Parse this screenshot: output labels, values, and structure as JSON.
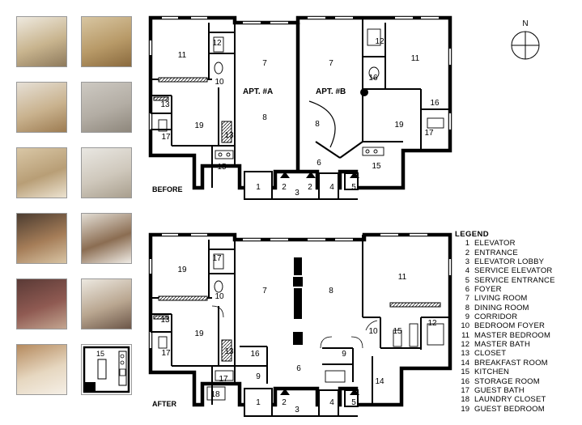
{
  "thumbnails": [
    {
      "name": "thumb-doorway",
      "colors": [
        "#efeae0",
        "#c8b48e",
        "#8e7a5c"
      ]
    },
    {
      "name": "thumb-hall",
      "colors": [
        "#d8c6a2",
        "#b89a68",
        "#8a6a3e"
      ]
    },
    {
      "name": "thumb-empty-room",
      "colors": [
        "#e6e0d6",
        "#c9b28e",
        "#9d7c52"
      ]
    },
    {
      "name": "thumb-fireplace",
      "colors": [
        "#cdc9c2",
        "#b3ada4",
        "#8e877c"
      ]
    },
    {
      "name": "thumb-bath-shower",
      "colors": [
        "#d9c7a6",
        "#b89e76",
        "#ece3d1"
      ]
    },
    {
      "name": "thumb-bright-room",
      "colors": [
        "#e9e7e2",
        "#cfc8bc",
        "#a99f8e"
      ]
    },
    {
      "name": "thumb-living-room",
      "colors": [
        "#4c3c30",
        "#a57d58",
        "#d8c4a4"
      ]
    },
    {
      "name": "thumb-dining-room",
      "colors": [
        "#e2ddd4",
        "#8b6d52",
        "#f0ece6"
      ]
    },
    {
      "name": "thumb-lounge",
      "colors": [
        "#5a3a36",
        "#8f5a52",
        "#c3a590"
      ]
    },
    {
      "name": "thumb-shelves",
      "colors": [
        "#ece8e0",
        "#b9a690",
        "#6c5648"
      ]
    },
    {
      "name": "thumb-bathroom",
      "colors": [
        "#b58a5e",
        "#e6d7c0",
        "#f5efe6"
      ]
    }
  ],
  "floorplan": {
    "before_label": "BEFORE",
    "after_label": "AFTER",
    "apt_a_label": "APT. #A",
    "apt_b_label": "APT. #B"
  },
  "compass": {
    "label": "N"
  },
  "legend": {
    "title": "LEGEND",
    "items": [
      {
        "num": "1",
        "name": "ELEVATOR"
      },
      {
        "num": "2",
        "name": "ENTRANCE"
      },
      {
        "num": "3",
        "name": "ELEVATOR LOBBY"
      },
      {
        "num": "4",
        "name": "SERVICE ELEVATOR"
      },
      {
        "num": "5",
        "name": "SERVICE ENTRANCE"
      },
      {
        "num": "6",
        "name": "FOYER"
      },
      {
        "num": "7",
        "name": "LIVING ROOM"
      },
      {
        "num": "8",
        "name": "DINING ROOM"
      },
      {
        "num": "9",
        "name": "CORRIDOR"
      },
      {
        "num": "10",
        "name": "BEDROOM FOYER"
      },
      {
        "num": "11",
        "name": "MASTER BEDROOM"
      },
      {
        "num": "12",
        "name": "MASTER BATH"
      },
      {
        "num": "13",
        "name": "CLOSET"
      },
      {
        "num": "14",
        "name": "BREAKFAST ROOM"
      },
      {
        "num": "15",
        "name": "KITCHEN"
      },
      {
        "num": "16",
        "name": "STORAGE ROOM"
      },
      {
        "num": "17",
        "name": "GUEST BATH"
      },
      {
        "num": "18",
        "name": "LAUNDRY CLOSET"
      },
      {
        "num": "19",
        "name": "GUEST BEDROOM"
      }
    ]
  },
  "before_rooms": [
    {
      "label": "11"
    },
    {
      "label": "12"
    },
    {
      "label": "10"
    },
    {
      "label": "13"
    },
    {
      "label": "19"
    },
    {
      "label": "13"
    },
    {
      "label": "17"
    },
    {
      "label": "15"
    },
    {
      "label": "7"
    },
    {
      "label": "8"
    },
    {
      "label": "7"
    },
    {
      "label": "12"
    },
    {
      "label": "11"
    },
    {
      "label": "16"
    },
    {
      "label": "16"
    },
    {
      "label": "8"
    },
    {
      "label": "19"
    },
    {
      "label": "17"
    },
    {
      "label": "6"
    },
    {
      "label": "15"
    },
    {
      "label": "1"
    },
    {
      "label": "2"
    },
    {
      "label": "3"
    },
    {
      "label": "2"
    },
    {
      "label": "4"
    },
    {
      "label": "5"
    }
  ],
  "after_rooms": [
    {
      "label": "19"
    },
    {
      "label": "17"
    },
    {
      "label": "10"
    },
    {
      "label": "13"
    },
    {
      "label": "19"
    },
    {
      "label": "17"
    },
    {
      "label": "13"
    },
    {
      "label": "16"
    },
    {
      "label": "17"
    },
    {
      "label": "9"
    },
    {
      "label": "18"
    },
    {
      "label": "7"
    },
    {
      "label": "8"
    },
    {
      "label": "6"
    },
    {
      "label": "9"
    },
    {
      "label": "11"
    },
    {
      "label": "10"
    },
    {
      "label": "15"
    },
    {
      "label": "12"
    },
    {
      "label": "14"
    },
    {
      "label": "1"
    },
    {
      "label": "2"
    },
    {
      "label": "3"
    },
    {
      "label": "4"
    },
    {
      "label": "5"
    }
  ],
  "kitchen_detail": {
    "label": "15"
  }
}
